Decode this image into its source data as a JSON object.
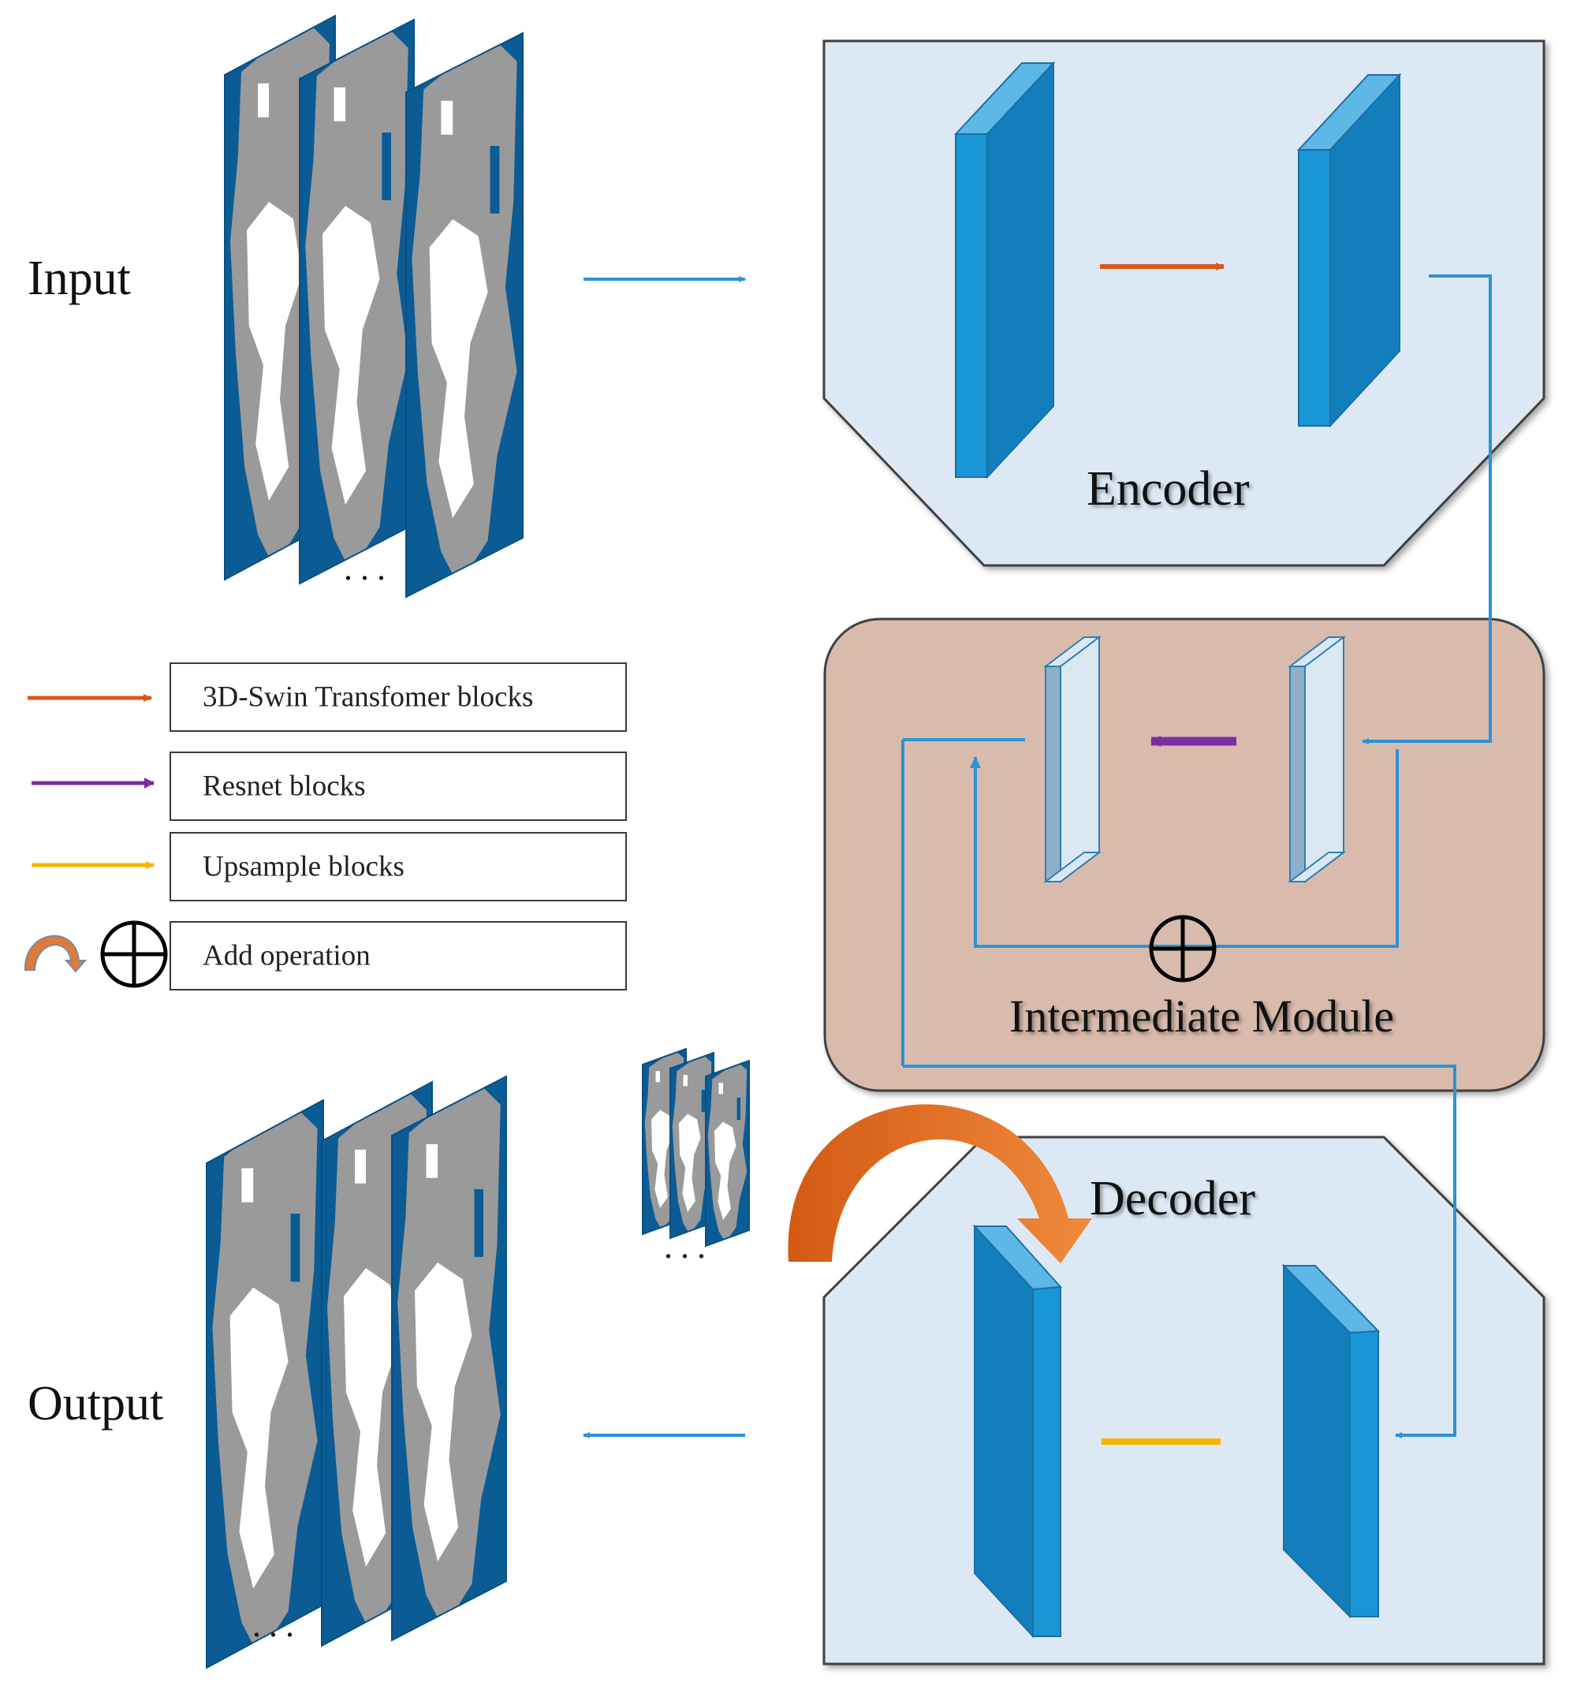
{
  "labels": {
    "input": "Input",
    "output": "Output",
    "encoder": "Encoder",
    "intermediate": "Intermediate Module",
    "decoder": "Decoder",
    "ellipsis": "..."
  },
  "legend": [
    {
      "label": "3D-Swin Transfomer  blocks",
      "color": "#d9581a"
    },
    {
      "label": "Resnet blocks",
      "color": "#7a2fa0"
    },
    {
      "label": "Upsample blocks",
      "color": "#f6b400"
    },
    {
      "label": "Add operation",
      "color": "#e07a3a"
    }
  ],
  "colors": {
    "encoder_bg": "#dce9f5",
    "intermediate_bg": "#d8bbad",
    "decoder_bg": "#dce9f5",
    "block_front": "#1a95d6",
    "block_side": "#127fbc",
    "block_top": "#5db8e8",
    "thin_block": "#8fb0c8",
    "connector": "#2b93d6",
    "map_sea": "#0b5c95",
    "map_land": "#9a9a9a",
    "map_snow": "#ffffff"
  }
}
